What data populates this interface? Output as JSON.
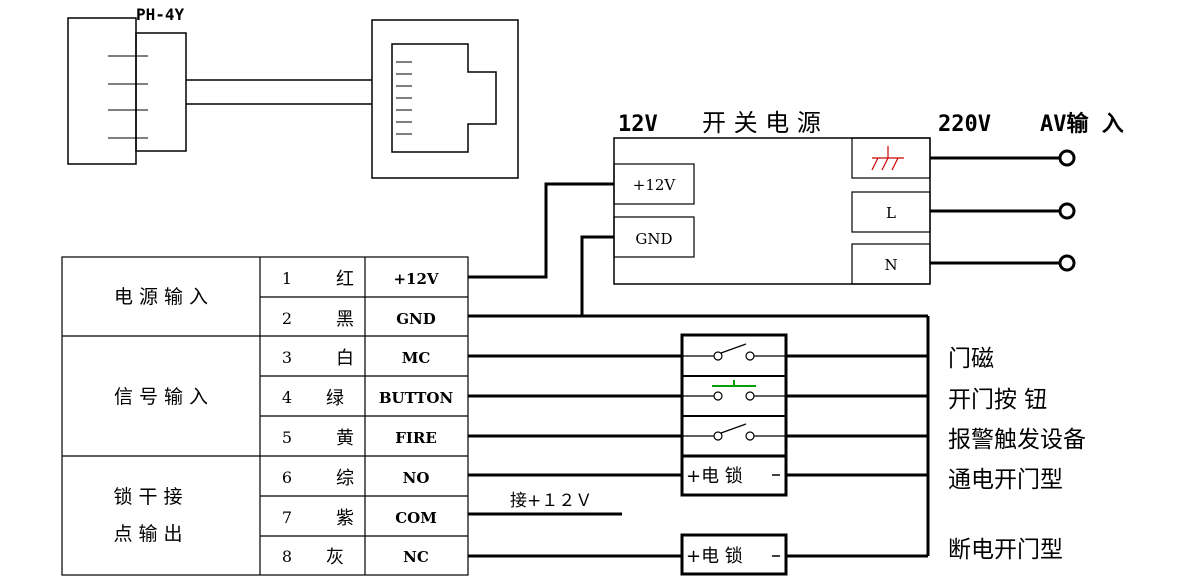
{
  "connector": {
    "label": "PH-4Y"
  },
  "power_supply": {
    "title_voltage": "12V",
    "title": "开 关 电 源",
    "input_voltage": "220V",
    "input_label": "AV输 入",
    "terminal_plus": "+12V",
    "terminal_gnd": "GND",
    "terminal_l": "L",
    "terminal_n": "N"
  },
  "table": {
    "groups": [
      {
        "label": "电 源 输 入"
      },
      {
        "label": "信 号 输 入"
      },
      {
        "label_line1": "锁 干 接",
        "label_line2": "点 输  出"
      }
    ],
    "rows": [
      {
        "num": "1",
        "color": "红",
        "signal": "+12V"
      },
      {
        "num": "2",
        "color": "黑",
        "signal": "GND"
      },
      {
        "num": "3",
        "color": "白",
        "signal": "MC"
      },
      {
        "num": "4",
        "color": "绿",
        "signal": "BUTTON"
      },
      {
        "num": "5",
        "color": "黄",
        "signal": "FIRE"
      },
      {
        "num": "6",
        "color": "综",
        "signal": "NO"
      },
      {
        "num": "7",
        "color": "紫",
        "signal": "COM"
      },
      {
        "num": "8",
        "color": "灰",
        "signal": "NC"
      }
    ]
  },
  "devices": {
    "door_magnet": "门磁",
    "exit_button": "开门按  钮",
    "alarm_device": "报警触发设备",
    "lock_no_type": "通电开门型",
    "lock_nc_type": "断电开门型",
    "lock_label": "+电  锁",
    "lock_label_2": "+电  锁",
    "com_note": "接+１２Ｖ"
  },
  "colors": {
    "line": "#000000",
    "ground_symbol": "#cc0000",
    "button_symbol": "#00a000"
  }
}
